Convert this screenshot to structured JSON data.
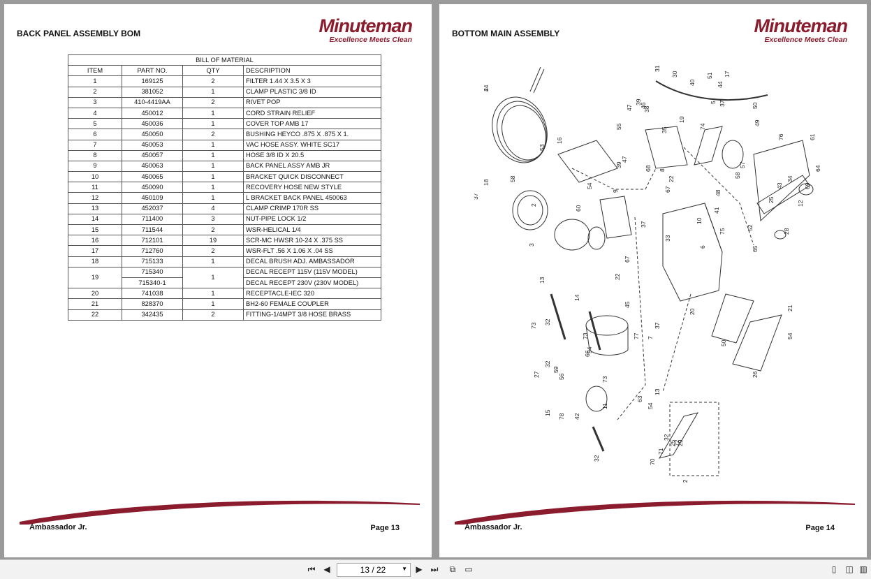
{
  "left_page": {
    "title": "BACK PANEL ASSEMBLY BOM",
    "logo": {
      "brand": "Minuteman",
      "tagline": "Excellence Meets Clean"
    },
    "footer_model": "Ambassador Jr.",
    "footer_page": "Page 13",
    "bom": {
      "caption": "BILL OF MATERIAL",
      "headers": [
        "ITEM",
        "PART NO.",
        "QTY",
        "DESCRIPTION"
      ],
      "rows": [
        [
          "1",
          "169125",
          "2",
          "FILTER 1.44 X 3.5 X 3"
        ],
        [
          "2",
          "381052",
          "1",
          "CLAMP PLASTIC 3/8 ID"
        ],
        [
          "3",
          "410-4419AA",
          "2",
          "RIVET POP"
        ],
        [
          "4",
          "450012",
          "1",
          "CORD STRAIN RELIEF"
        ],
        [
          "5",
          "450036",
          "1",
          "COVER TOP AMB 17"
        ],
        [
          "6",
          "450050",
          "2",
          "BUSHING HEYCO .875 X .875 X 1."
        ],
        [
          "7",
          "450053",
          "1",
          "VAC HOSE ASSY. WHITE SC17"
        ],
        [
          "8",
          "450057",
          "1",
          "HOSE 3/8 ID X 20.5"
        ],
        [
          "9",
          "450063",
          "1",
          "BACK PANEL ASSY AMB JR"
        ],
        [
          "10",
          "450065",
          "1",
          "BRACKET QUICK DISCONNECT"
        ],
        [
          "11",
          "450090",
          "1",
          "RECOVERY HOSE NEW STYLE"
        ],
        [
          "12",
          "450109",
          "1",
          "L BRACKET BACK PANEL 450063"
        ],
        [
          "13",
          "452037",
          "4",
          "CLAMP CRIMP 170R SS"
        ],
        [
          "14",
          "711400",
          "3",
          "NUT-PIPE LOCK 1/2"
        ],
        [
          "15",
          "711544",
          "2",
          "WSR-HELICAL 1/4"
        ],
        [
          "16",
          "712101",
          "19",
          "SCR-MC HWSR 10-24 X .375 SS"
        ],
        [
          "17",
          "712760",
          "2",
          "WSR-FLT .56 X 1.06 X .04 SS"
        ],
        [
          "18",
          "715133",
          "1",
          "DECAL BRUSH ADJ. AMBASSADOR"
        ],
        [
          "20",
          "741038",
          "1",
          "RECEPTACLE-IEC 320"
        ],
        [
          "21",
          "828370",
          "1",
          "BH2-60 FEMALE COUPLER"
        ],
        [
          "22",
          "342435",
          "2",
          "FITTING-1/4MPT 3/8 HOSE BRASS"
        ]
      ],
      "row19": {
        "item": "19",
        "qty": "1",
        "part_a": "715340",
        "desc_a": "DECAL RECEPT 115V (115V MODEL)",
        "part_b": "715340-1",
        "desc_b": "DECAL RECEPT 230V (230V MODEL)"
      }
    }
  },
  "right_page": {
    "title": "BOTTOM MAIN ASSEMBLY",
    "logo": {
      "brand": "Minuteman",
      "tagline": "Excellence Meets Clean"
    },
    "footer_model": "Ambassador Jr.",
    "footer_page": "Page 14",
    "callouts": [
      "4",
      "31",
      "30",
      "40",
      "51",
      "44",
      "17",
      "5",
      "37",
      "16",
      "53",
      "47",
      "39",
      "46",
      "38",
      "55",
      "35",
      "19",
      "74",
      "50",
      "49",
      "76",
      "61",
      "64",
      "69",
      "12",
      "28",
      "18",
      "37",
      "58",
      "54",
      "9",
      "60",
      "2",
      "3",
      "47",
      "39",
      "68",
      "8",
      "22",
      "67",
      "37",
      "48",
      "57",
      "58",
      "41",
      "10",
      "75",
      "6",
      "65",
      "52",
      "25",
      "43",
      "34",
      "73",
      "33",
      "13",
      "14",
      "32",
      "67",
      "22",
      "45",
      "20",
      "7",
      "37",
      "77",
      "50",
      "26",
      "21",
      "54",
      "54",
      "73",
      "32",
      "59",
      "27",
      "56",
      "66",
      "73",
      "11",
      "32",
      "15",
      "78",
      "42",
      "63",
      "13",
      "54",
      "32",
      "25",
      "72",
      "29",
      "71",
      "70",
      "62",
      "24"
    ]
  },
  "toolbar": {
    "page_indicator": "13 / 22",
    "icons": [
      "first-page-icon",
      "prev-page-icon",
      "next-page-icon",
      "last-page-icon",
      "copy-icon",
      "fit-icon",
      "single-page-icon",
      "double-page-icon",
      "book-view-icon"
    ]
  },
  "colors": {
    "brand": "#8b1c2e",
    "background": "#9a9a9a",
    "toolbar": "#f2f2f2"
  }
}
